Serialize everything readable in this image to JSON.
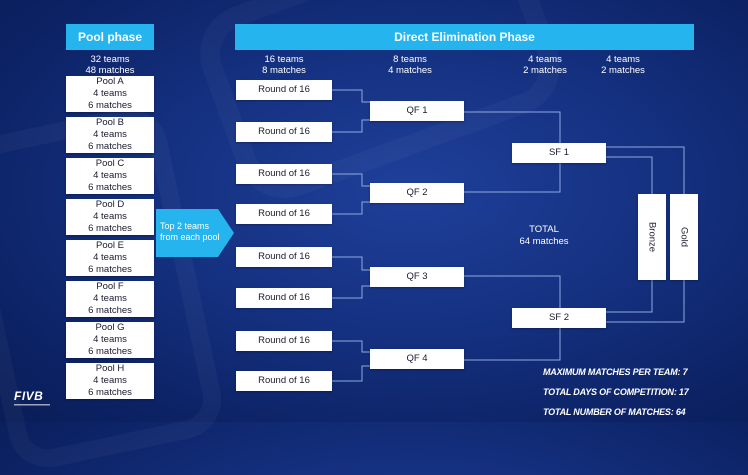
{
  "pool_phase": {
    "header": "Pool phase",
    "summary": [
      "32 teams",
      "48 matches"
    ],
    "pools": [
      {
        "name": "Pool A",
        "teams": "4 teams",
        "matches": "6 matches"
      },
      {
        "name": "Pool B",
        "teams": "4 teams",
        "matches": "6 matches"
      },
      {
        "name": "Pool C",
        "teams": "4 teams",
        "matches": "6 matches"
      },
      {
        "name": "Pool D",
        "teams": "4 teams",
        "matches": "6 matches"
      },
      {
        "name": "Pool E",
        "teams": "4 teams",
        "matches": "6 matches"
      },
      {
        "name": "Pool F",
        "teams": "4 teams",
        "matches": "6 matches"
      },
      {
        "name": "Pool G",
        "teams": "4 teams",
        "matches": "6 matches"
      },
      {
        "name": "Pool H",
        "teams": "4 teams",
        "matches": "6 matches"
      }
    ],
    "advance_label": "Top 2 teams from each pool"
  },
  "elimination": {
    "header": "Direct Elimination Phase",
    "columns": [
      {
        "teams": "16 teams",
        "matches": "8 matches"
      },
      {
        "teams": "8 teams",
        "matches": "4 matches"
      },
      {
        "teams": "4 teams",
        "matches": "2 matches"
      },
      {
        "teams": "4 teams",
        "matches": "2 matches"
      }
    ],
    "round16": [
      "Round of 16",
      "Round of 16",
      "Round of 16",
      "Round of 16",
      "Round of 16",
      "Round of 16",
      "Round of 16",
      "Round of 16"
    ],
    "qf": [
      "QF 1",
      "QF 2",
      "QF 3",
      "QF 4"
    ],
    "sf": [
      "SF 1",
      "SF 2"
    ],
    "bronze": "Bronze",
    "gold": "Gold",
    "total": [
      "TOTAL",
      "64 matches"
    ]
  },
  "stats": [
    "MAXIMUM MATCHES PER TEAM: 7",
    "TOTAL DAYS OF COMPETITION: 17",
    "TOTAL NUMBER OF MATCHES: 64"
  ],
  "logo": "FIVB",
  "colors": {
    "accent": "#26b4ef",
    "background": "#14307f",
    "line": "#8fa8e0"
  }
}
